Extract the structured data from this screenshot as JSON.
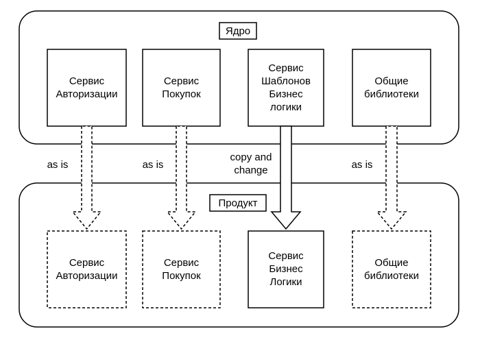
{
  "core": {
    "title": "Ядро",
    "services": [
      {
        "line1": "Сервис",
        "line2": "Авторизации"
      },
      {
        "line1": "Сервис",
        "line2": "Покупок"
      },
      {
        "line1": "Сервис",
        "line2": "Шаблонов",
        "line3": "Бизнес",
        "line4": "логики"
      },
      {
        "line1": "Общие",
        "line2": "библиотеки"
      }
    ]
  },
  "product": {
    "title": "Продукт",
    "services": [
      {
        "line1": "Сервис",
        "line2": "Авторизации"
      },
      {
        "line1": "Сервис",
        "line2": "Покупок"
      },
      {
        "line1": "Сервис",
        "line2": "Бизнес",
        "line3": "Логики"
      },
      {
        "line1": "Общие",
        "line2": "библиотеки"
      }
    ]
  },
  "flows": [
    {
      "label": "as is"
    },
    {
      "label": "as is"
    },
    {
      "label_line1": "copy and",
      "label_line2": "change"
    },
    {
      "label": "as is"
    }
  ]
}
